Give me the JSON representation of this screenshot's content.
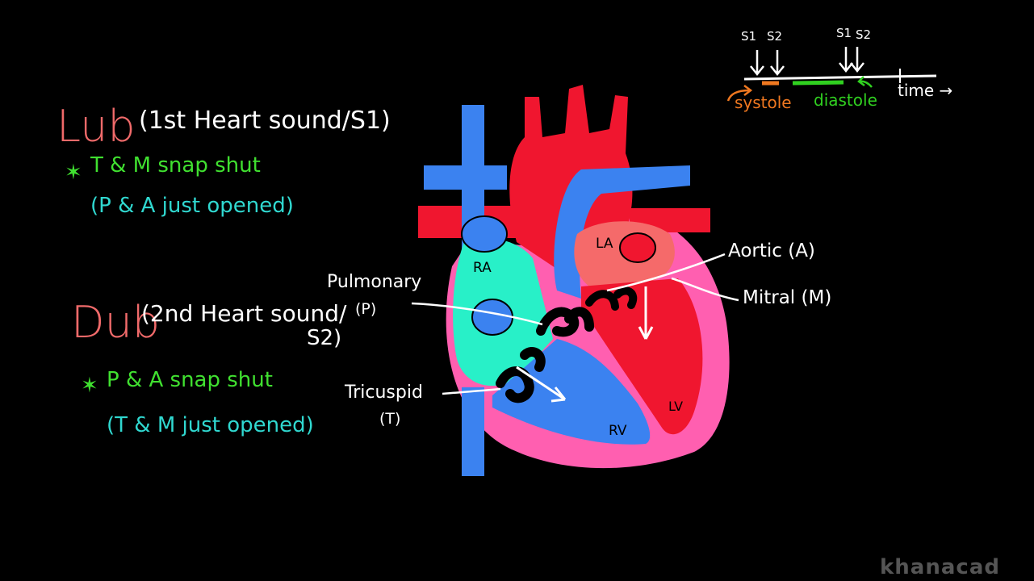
{
  "left_notes": {
    "lub": {
      "word": "Lub",
      "desc": "(1st Heart sound/S1)",
      "line1": "T & M snap shut",
      "line2": "(P & A just opened)"
    },
    "dub": {
      "word": "Dub",
      "desc": "(2nd Heart sound/",
      "desc2": "S2)",
      "line1": "P & A snap shut",
      "line2": "(T & M just opened)"
    }
  },
  "timeline": {
    "s1_label": "S1",
    "s2_label": "S2",
    "s1b_label": "S1",
    "s2b_label": "S2",
    "systole": "systole",
    "diastole": "diastole",
    "time": "time →"
  },
  "heart_labels": {
    "ra": "RA",
    "la": "LA",
    "rv": "RV",
    "lv": "LV"
  },
  "valve_labels": {
    "pulmonary": "Pulmonary",
    "pulmonary_abbr": "(P)",
    "tricuspid": "Tricuspid",
    "tricuspid_abbr": "(T)",
    "aortic": "Aortic (A)",
    "mitral": "Mitral (M)"
  },
  "watermark": "khanacad",
  "colors": {
    "background": "#000000",
    "oxygenated_red": "#f0162f",
    "deoxygenated_blue": "#3b82f0",
    "atrium_cyan": "#28f0c8",
    "wall_pink": "#ff5fb0",
    "la_salmon": "#f56a6a",
    "lub_dub_red": "#f06a6a",
    "note_green": "#40e030",
    "note_cyan": "#30d8d0",
    "systole_orange": "#f07820",
    "diastole_green": "#30d020"
  }
}
